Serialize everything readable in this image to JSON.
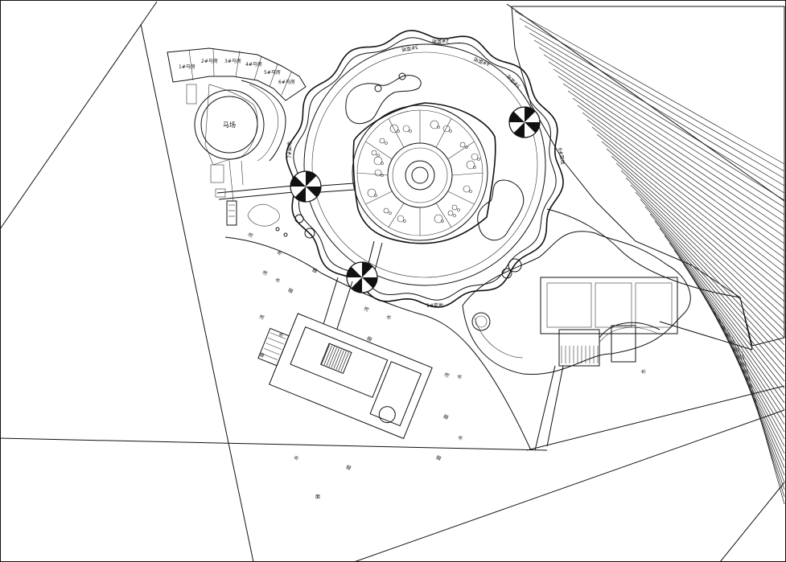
{
  "plan": {
    "labels": {
      "riding_ring": "马场",
      "vegetable_field_1": "1#菜地",
      "vegetable_field_2": "2#菜地",
      "vegetable_field_3": "3#菜地",
      "vegetable_field_4": "4#菜地",
      "vegetable_field_5": "5#菜地",
      "vegetable_field_6": "6#菜地",
      "vegetable_field_7": "7#菜地",
      "shallow_water": "浅",
      "shallow_water_2": "水",
      "shallow_water_3": "面"
    },
    "stable_rooms": [
      "1#马房",
      "2#马房",
      "3#马房",
      "4#马房",
      "5#马房",
      "6#马房"
    ],
    "water_marks": [
      "浅",
      "水",
      "面",
      "浅",
      "水",
      "面",
      "浅",
      "水",
      "面",
      "浅",
      "水",
      "面",
      "浅",
      "水",
      "面",
      "水",
      "面",
      "水",
      "面"
    ]
  },
  "colors": {
    "line": "#111111",
    "background": "#ffffff"
  }
}
